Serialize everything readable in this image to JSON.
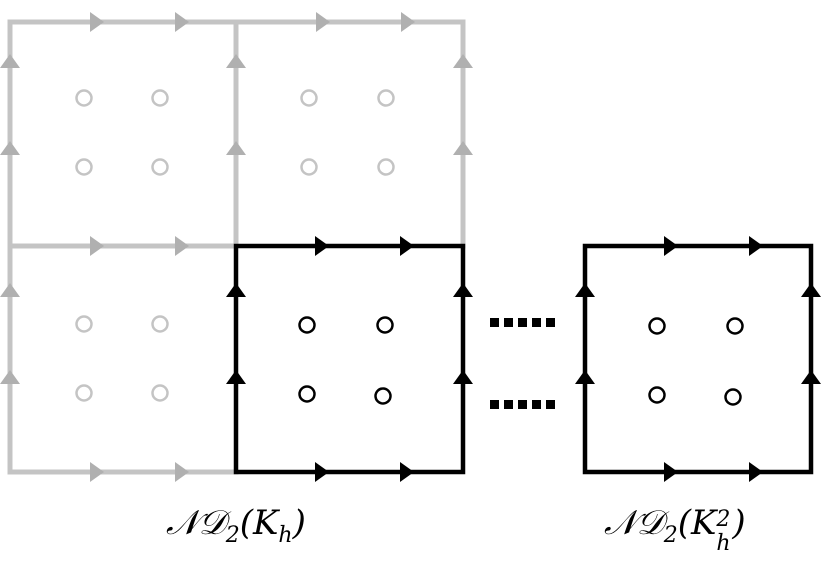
{
  "captions": {
    "left": {
      "base": "𝒩𝒟",
      "sub": "2",
      "open": "(K",
      "k_sub": "h",
      "close": ")"
    },
    "right": {
      "base": "𝒩𝒟",
      "sub": "2",
      "open": "(K",
      "k_sub": "h",
      "k_sup": "2",
      "close": ")"
    }
  },
  "colors": {
    "active": "#000000",
    "faded": "#c4c4c4",
    "background": "#ffffff"
  }
}
